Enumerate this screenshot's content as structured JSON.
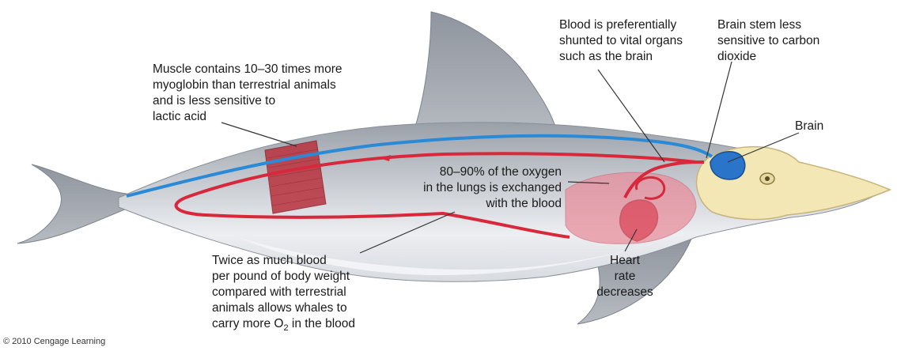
{
  "labels": {
    "muscle": [
      "Muscle contains 10–30 times more",
      "myoglobin than terrestrial animals",
      "and is less sensitive to",
      "lactic acid"
    ],
    "blood_shunt": [
      "Blood is preferentially",
      "shunted to vital organs",
      "such as the brain"
    ],
    "brain_stem": [
      "Brain stem less",
      "sensitive to carbon",
      "dioxide"
    ],
    "brain": "Brain",
    "oxygen": [
      "80–90% of the oxygen",
      "in the lungs is exchanged",
      "with the blood"
    ],
    "heart": [
      "Heart",
      "rate",
      "decreases"
    ],
    "blood_volume": {
      "lines": [
        "Twice as much blood",
        "per pound of body weight",
        "compared with terrestrial",
        "animals allows whales to"
      ],
      "last_prefix": "carry more O",
      "last_sub": "2",
      "last_suffix": " in the blood"
    }
  },
  "credit": "© 2010 Cengage Learning",
  "colors": {
    "body": "#c9cdd3",
    "belly": "#eef0f3",
    "artery": "#d8283c",
    "vein": "#2a8ad6",
    "muscle": "#b8323e",
    "lung": "#e88a98",
    "skull": "#f3e7b5",
    "brain": "#2a74c9"
  }
}
